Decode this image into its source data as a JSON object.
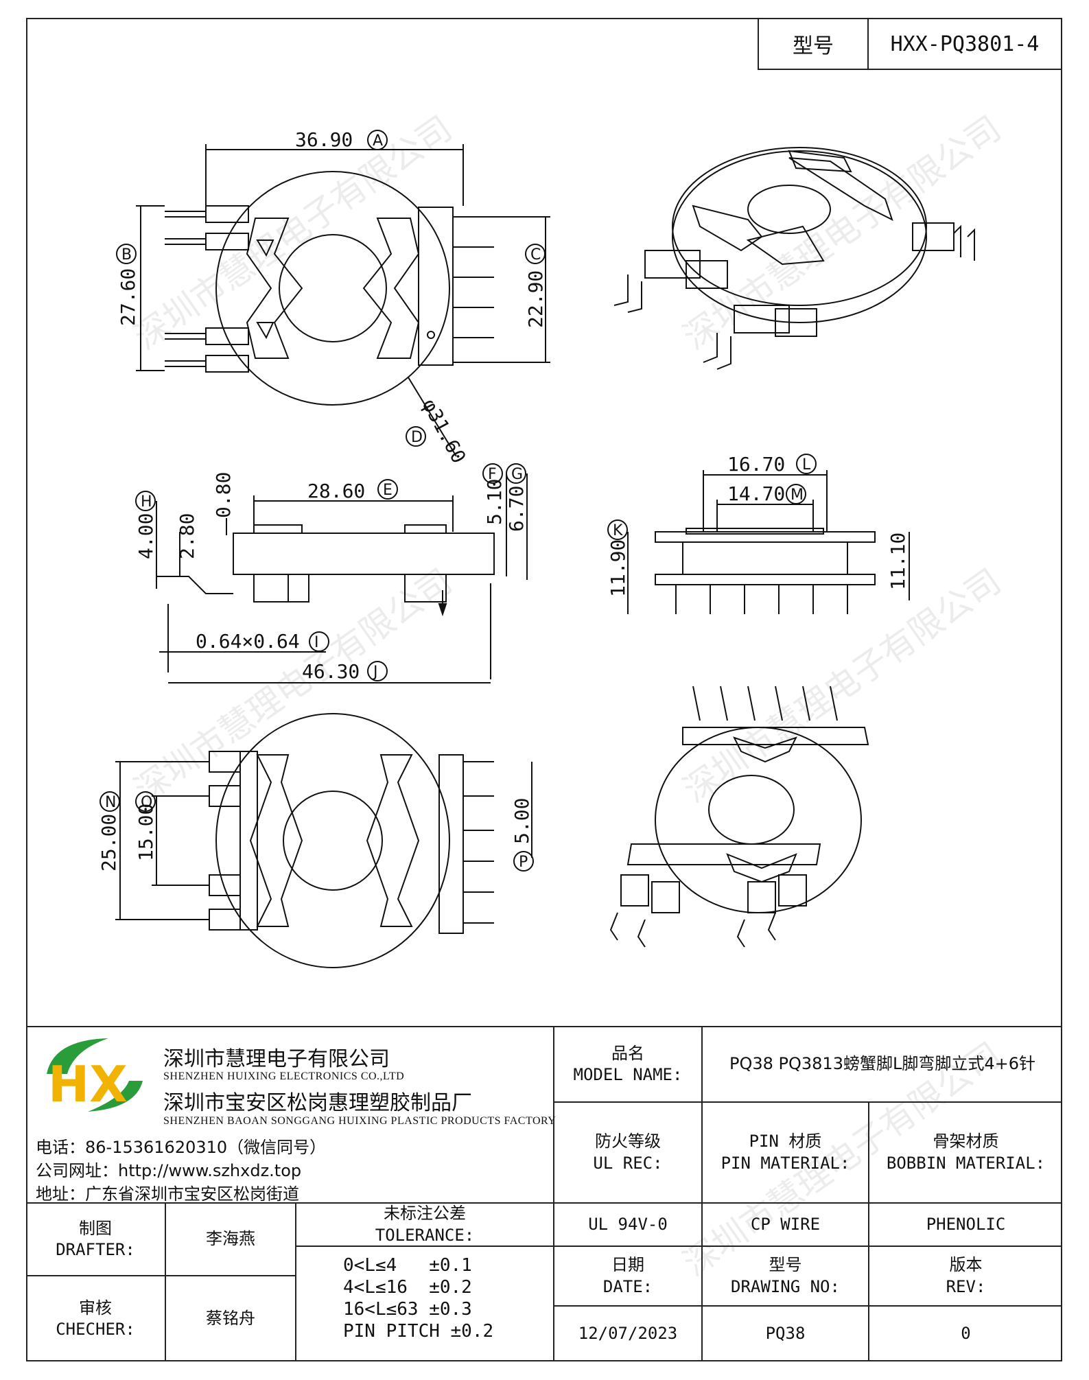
{
  "header": {
    "model_label": "型号",
    "model_value": "HXX-PQ3801-4"
  },
  "dimensions": {
    "A": "36.90",
    "B": "27.60",
    "C": "22.90",
    "D": "φ31.60",
    "E": "28.60",
    "F": "5.10",
    "G": "6.70",
    "H": "4.00",
    "h_2_80": "2.80",
    "h_0_80": "0.80",
    "I": "0.64×0.64",
    "J": "46.30",
    "K": "11.90",
    "k_11_10": "11.10",
    "L": "16.70",
    "M": "14.70",
    "N": "25.00",
    "O": "15.00",
    "P": "5.00"
  },
  "markers": {
    "A": "A",
    "B": "B",
    "C": "C",
    "D": "D",
    "E": "E",
    "F": "F",
    "G": "G",
    "H": "H",
    "I": "I",
    "J": "J",
    "K": "K",
    "L": "L",
    "M": "M",
    "N": "N",
    "O": "O",
    "P": "P"
  },
  "watermark": "深圳市慧理电子有限公司",
  "logo": {
    "letters": "HX"
  },
  "company": {
    "name_cn": "深圳市慧理电子有限公司",
    "name_en": "SHENZHEN HUIXING ELECTRONICS CO.,LTD",
    "factory_cn": "深圳市宝安区松岗惠理塑胶制品厂",
    "factory_en": "SHENZHEN BAOAN SONGGANG HUIXING PLASTIC PRODUCTS FACTORY",
    "phone": "电话：86-15361620310（微信同号）",
    "website": "公司网址：http://www.szhxdz.top",
    "address": "地址：广东省深圳市宝安区松岗街道"
  },
  "title_block": {
    "model_name_cn": "品名",
    "model_name_en": "MODEL NAME:",
    "model_name_value": "PQ38 PQ3813螃蟹脚L脚弯脚立式4+6针",
    "ul_cn": "防火等级",
    "ul_en": "UL REC:",
    "pin_cn": "PIN 材质",
    "pin_en": "PIN MATERIAL:",
    "bobbin_cn": "骨架材质",
    "bobbin_en": "BOBBIN MATERIAL:",
    "ul_value": "UL 94V-0",
    "pin_value": "CP WIRE",
    "bobbin_value": "PHENOLIC",
    "drafter_cn": "制图",
    "drafter_en": "DRAFTER:",
    "drafter_name": "李海燕",
    "checker_cn": "审核",
    "checker_en": "CHECHER:",
    "checker_name": "蔡铭舟",
    "tolerance_cn": "未标注公差",
    "tolerance_en": "TOLERANCE:",
    "tolerance_lines": [
      "0<L≤4   ±0.1",
      "4<L≤16  ±0.2",
      "16<L≤63 ±0.3",
      "PIN PITCH ±0.2"
    ],
    "date_cn": "日期",
    "date_en": "DATE:",
    "date_value": "12/07/2023",
    "drawing_no_cn": "型号",
    "drawing_no_en": "DRAWING NO:",
    "drawing_no_value": "PQ38",
    "rev_cn": "版本",
    "rev_en": "REV:",
    "rev_value": "0"
  }
}
